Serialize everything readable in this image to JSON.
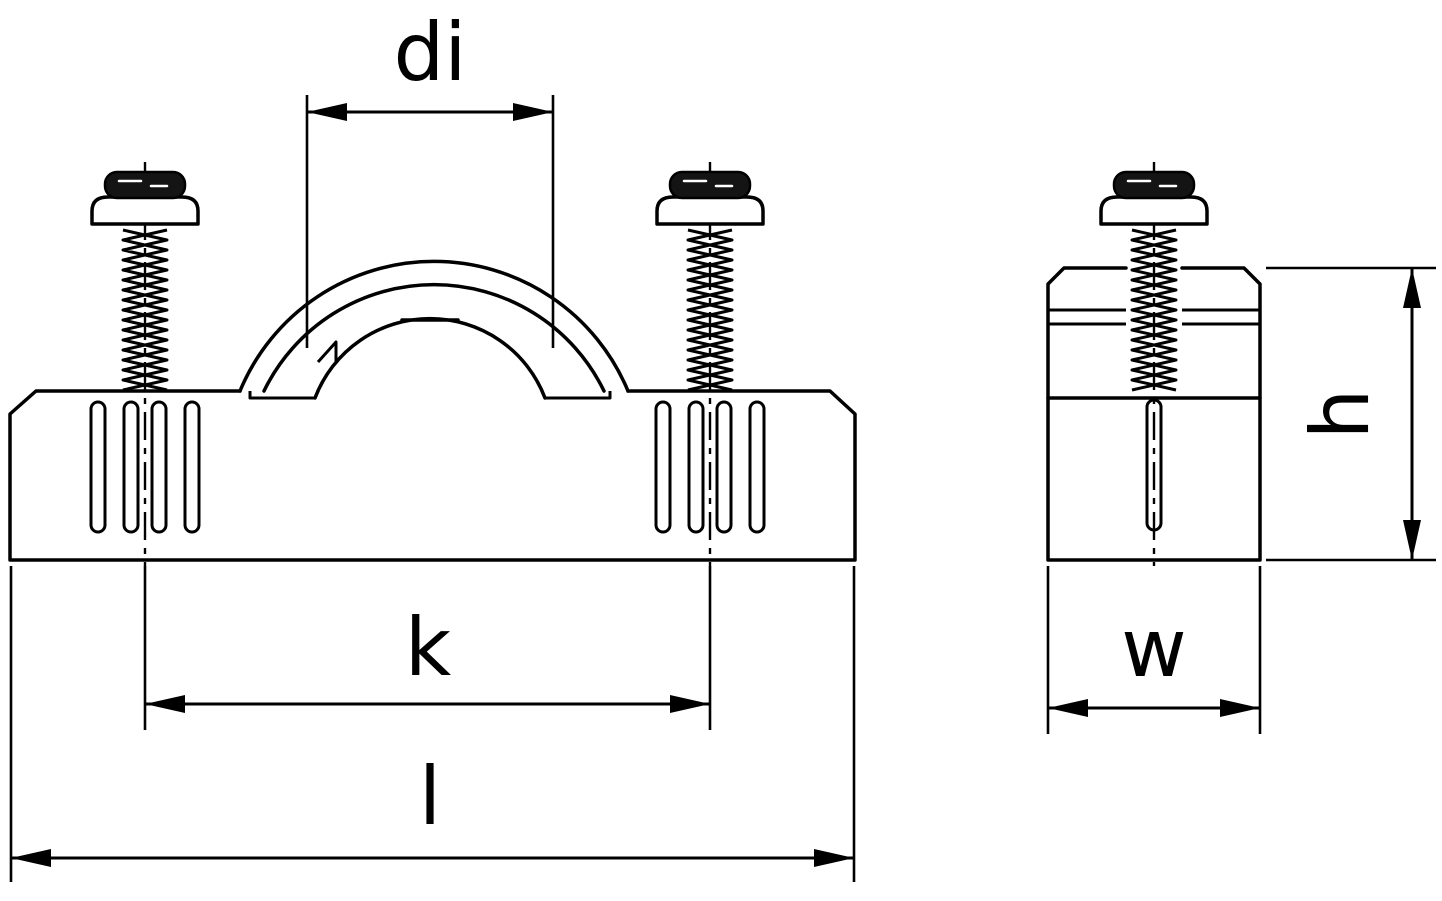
{
  "labels": {
    "di": "di",
    "k": "k",
    "l": "l",
    "h": "h",
    "w": "w"
  },
  "colors": {
    "line": "#000000",
    "background": "#ffffff",
    "screw_cap": "#141414"
  }
}
